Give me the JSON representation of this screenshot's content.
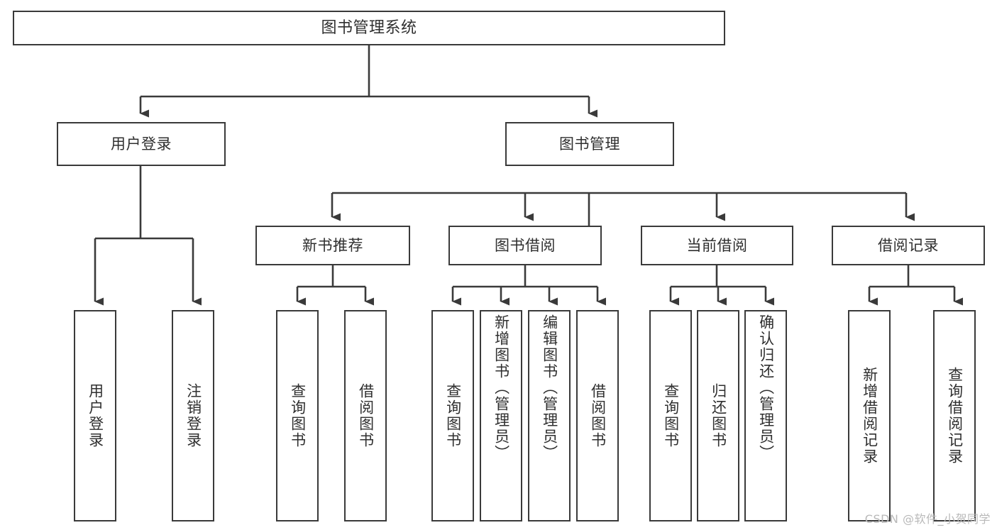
{
  "diagram": {
    "title": "图书管理系统",
    "type": "tree-hierarchy-chart",
    "watermark": "CSDN @软件_小贺同学",
    "colors": {
      "box_border": "#3a3a3a",
      "box_fill": "#ffffff",
      "connector": "#3a3a3a",
      "text": "#2f2f2f",
      "watermark": "#b9b9b9",
      "background": "#ffffff"
    },
    "nodes": {
      "root": {
        "label": "图书管理系统"
      },
      "level1": [
        {
          "id": "user-login",
          "label": "用户登录"
        },
        {
          "id": "book-manage",
          "label": "图书管理"
        }
      ],
      "level2": [
        {
          "id": "new-book-recommend",
          "label": "新书推荐"
        },
        {
          "id": "book-borrow",
          "label": "图书借阅"
        },
        {
          "id": "current-borrow",
          "label": "当前借阅"
        },
        {
          "id": "borrow-record",
          "label": "借阅记录"
        }
      ],
      "leaves": {
        "user_login": [
          {
            "id": "leaf-user-login",
            "label": "用户登录"
          },
          {
            "id": "leaf-logout-login",
            "label": "注销登录"
          }
        ],
        "new_book_recommend": [
          {
            "id": "leaf-query-book-1",
            "label": "查询图书"
          },
          {
            "id": "leaf-borrow-book-1",
            "label": "借阅图书"
          }
        ],
        "book_borrow": [
          {
            "id": "leaf-query-book-2",
            "label": "查询图书"
          },
          {
            "id": "leaf-add-book",
            "label": "新增图书（管理员）"
          },
          {
            "id": "leaf-edit-book",
            "label": "编辑图书（管理员）"
          },
          {
            "id": "leaf-borrow-book-2",
            "label": "借阅图书"
          }
        ],
        "current_borrow": [
          {
            "id": "leaf-query-book-3",
            "label": "查询图书"
          },
          {
            "id": "leaf-return-book",
            "label": "归还图书"
          },
          {
            "id": "leaf-confirm-return",
            "label": "确认归还（管理员）"
          }
        ],
        "borrow_record": [
          {
            "id": "leaf-add-borrow-record",
            "label": "新增借阅记录"
          },
          {
            "id": "leaf-query-borrow-record",
            "label": "查询借阅记录"
          }
        ]
      }
    }
  }
}
